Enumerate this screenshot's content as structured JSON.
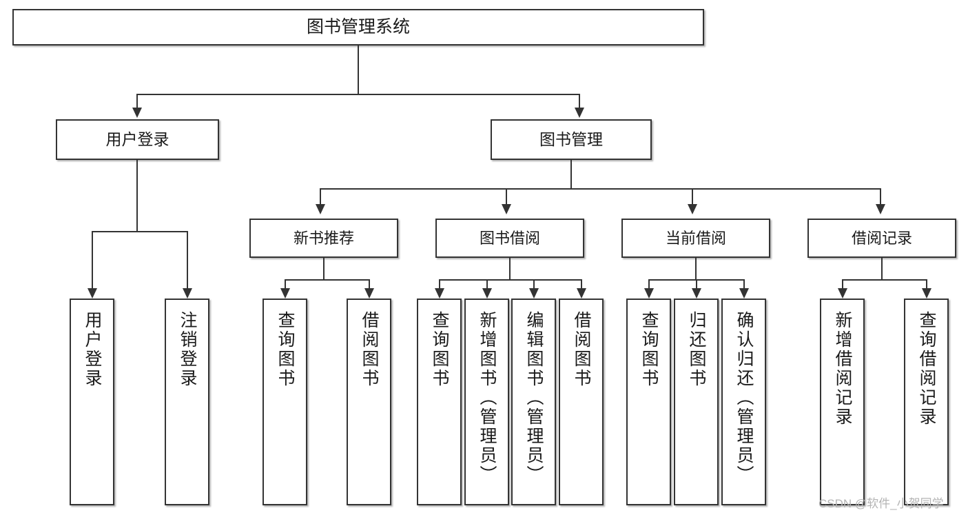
{
  "diagram": {
    "title": "图书管理系统",
    "type": "tree-hierarchy-chart",
    "colors": {
      "box_border": "#333333",
      "box_fill": "#ffffff",
      "connector": "#333333",
      "text": "#1a1a1a",
      "watermark": "#b4b4b4",
      "background": "#ffffff"
    },
    "root": {
      "label": "图书管理系统"
    },
    "level2": [
      {
        "label": "用户登录"
      },
      {
        "label": "图书管理"
      }
    ],
    "level3": [
      {
        "label": "新书推荐"
      },
      {
        "label": "图书借阅"
      },
      {
        "label": "当前借阅"
      },
      {
        "label": "借阅记录"
      }
    ],
    "leaves": {
      "user_login": [
        {
          "label": "用户登录"
        },
        {
          "label": "注销登录"
        }
      ],
      "new_book_recommend": [
        {
          "label": "查询图书"
        },
        {
          "label": "借阅图书"
        }
      ],
      "book_borrow": [
        {
          "label": "查询图书"
        },
        {
          "label": "新增图书（管理员）"
        },
        {
          "label": "编辑图书（管理员）"
        },
        {
          "label": "借阅图书"
        }
      ],
      "current_borrow": [
        {
          "label": "查询图书"
        },
        {
          "label": "归还图书"
        },
        {
          "label": "确认归还（管理员）"
        }
      ],
      "borrow_record": [
        {
          "label": "新增借阅记录"
        },
        {
          "label": "查询借阅记录"
        }
      ]
    }
  },
  "watermark": {
    "text": "CSDN @软件_小贺同学"
  }
}
